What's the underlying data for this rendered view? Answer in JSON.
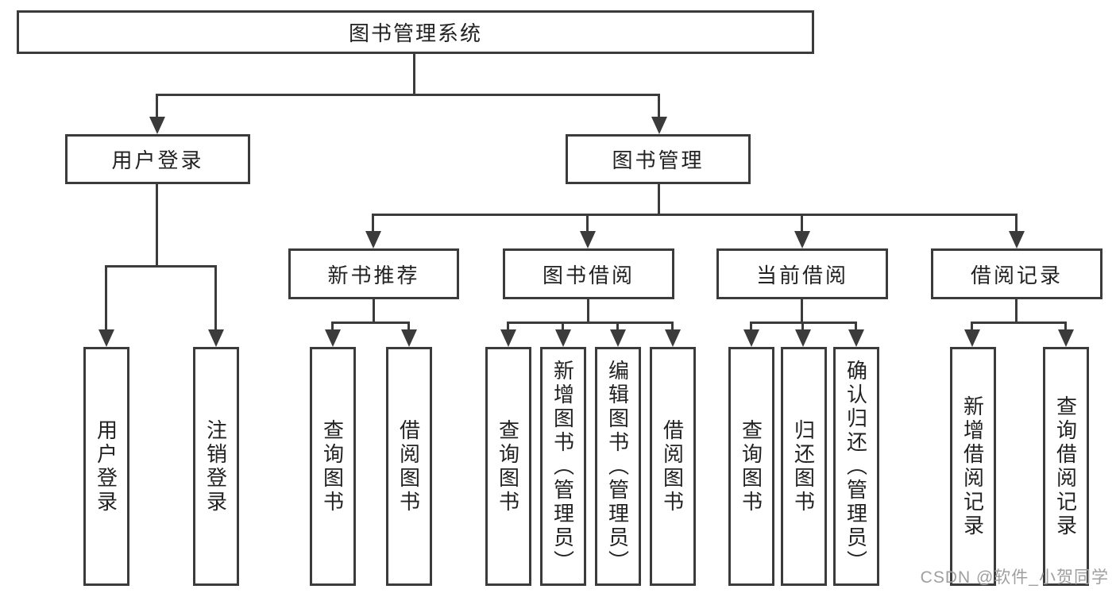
{
  "colors": {
    "line": "#3b3b3b",
    "text": "#222222",
    "watermark": "#9f9f9f",
    "background": "#ffffff"
  },
  "watermark": {
    "text": "CSDN @软件_小贺同学"
  },
  "tree": {
    "root": {
      "label": "图书管理系统"
    },
    "branches": [
      {
        "label": "用户登录",
        "children": [
          {
            "label": "用户登录"
          },
          {
            "label": "注销登录"
          }
        ]
      },
      {
        "label": "图书管理",
        "children": [
          {
            "label": "新书推荐",
            "children": [
              {
                "label": "查询图书"
              },
              {
                "label": "借阅图书"
              }
            ]
          },
          {
            "label": "图书借阅",
            "children": [
              {
                "label": "查询图书"
              },
              {
                "label": "新增图书（管理员）"
              },
              {
                "label": "编辑图书（管理员）"
              },
              {
                "label": "借阅图书"
              }
            ]
          },
          {
            "label": "当前借阅",
            "children": [
              {
                "label": "查询图书"
              },
              {
                "label": "归还图书"
              },
              {
                "label": "确认归还（管理员）"
              }
            ]
          },
          {
            "label": "借阅记录",
            "children": [
              {
                "label": "新增借阅记录"
              },
              {
                "label": "查询借阅记录"
              }
            ]
          }
        ]
      }
    ]
  }
}
